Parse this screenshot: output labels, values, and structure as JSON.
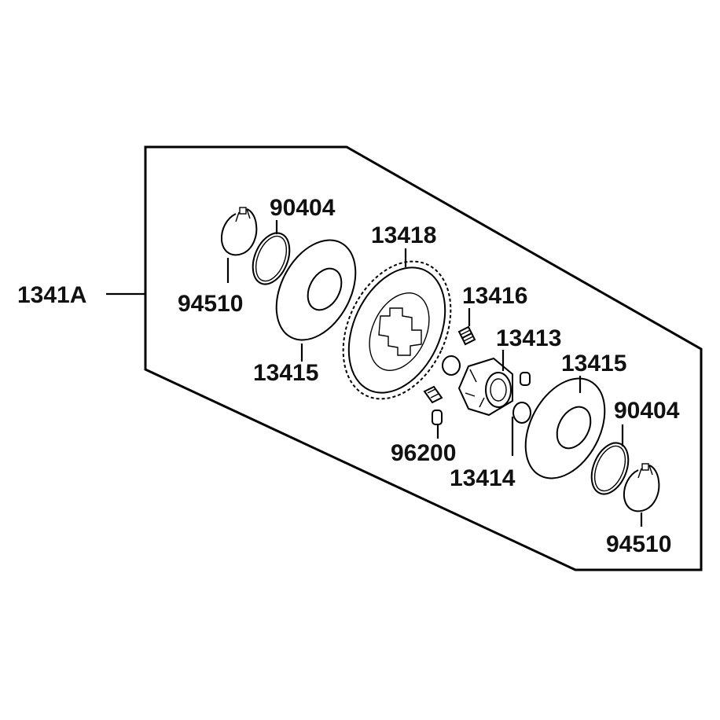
{
  "assembly": {
    "label": "1341A"
  },
  "callouts": [
    {
      "id": "ring-a",
      "label": "94510"
    },
    {
      "id": "shim-a",
      "label": "90404"
    },
    {
      "id": "washer-a",
      "label": "13415"
    },
    {
      "id": "gear",
      "label": "13418"
    },
    {
      "id": "spring-a",
      "label": "13416"
    },
    {
      "id": "hub",
      "label": "13413"
    },
    {
      "id": "pin",
      "label": "96200"
    },
    {
      "id": "roller",
      "label": "13414"
    },
    {
      "id": "washer-b",
      "label": "13415"
    },
    {
      "id": "shim-b",
      "label": "90404"
    },
    {
      "id": "ring-b",
      "label": "94510"
    }
  ]
}
